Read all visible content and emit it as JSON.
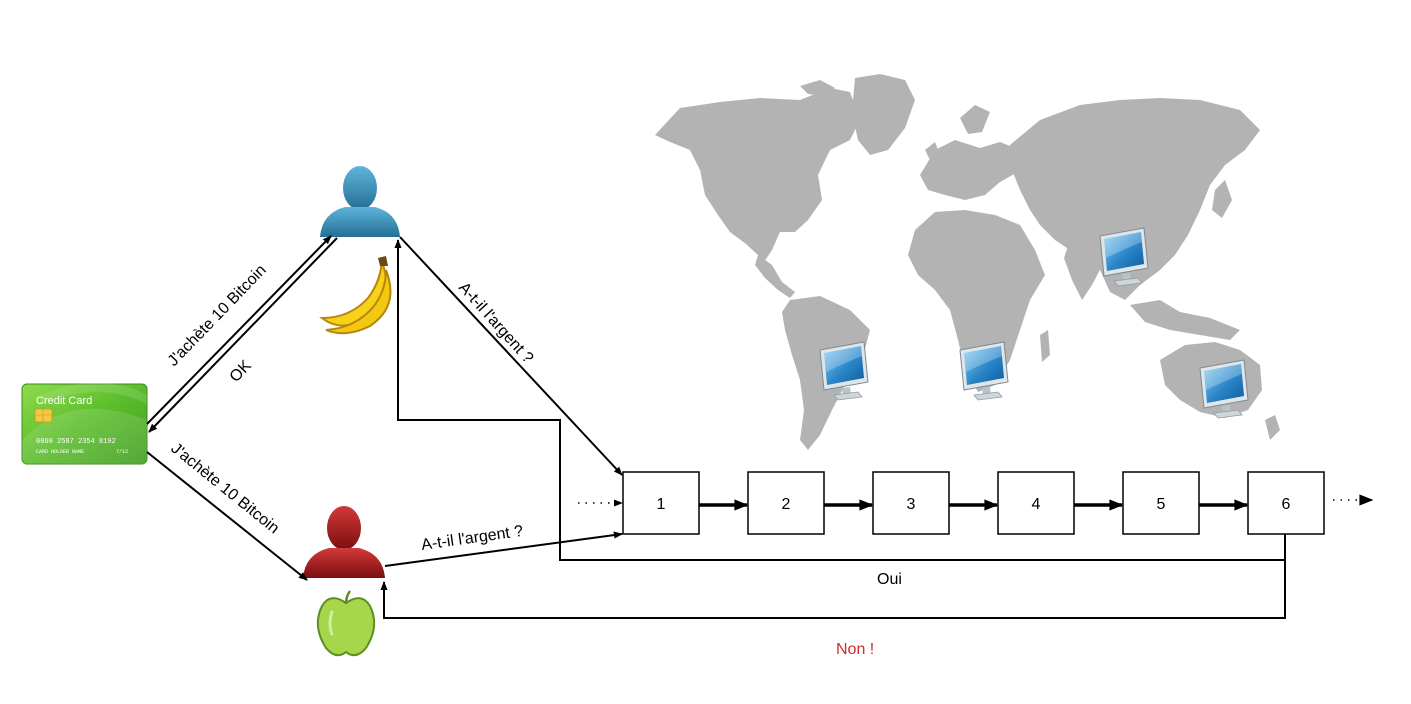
{
  "colors": {
    "map": "#b3b3b3",
    "person_blue": "#3a8fb8",
    "person_red": "#a31d1d",
    "card_green": "#6cc43a",
    "banana": "#f7d219",
    "apple": "#8cc63f",
    "no_text": "#d12a2a",
    "line": "#000000"
  },
  "icons": {
    "card": "credit-card-icon",
    "user_top": "person-blue-icon",
    "user_bottom": "person-red-icon",
    "banana": "banana-icon",
    "apple": "apple-icon",
    "computer": "computer-monitor-icon",
    "map": "world-map"
  },
  "card": {
    "title": "Credit Card",
    "number": "0060 2587 2354 8192",
    "holder": "CARD HOLDER NAME",
    "expiry": "7/12"
  },
  "labels": {
    "buy_top": "J'achète 10 Bitcoin",
    "ok": "OK",
    "buy_bottom": "J'achète 10 Bitcoin",
    "ask_top": "A-t-il l'argent ?",
    "ask_bottom": "A-t-il l'argent ?",
    "yes": "Oui",
    "no": "Non !"
  },
  "chain": {
    "blocks": [
      "1",
      "2",
      "3",
      "4",
      "5",
      "6"
    ]
  }
}
